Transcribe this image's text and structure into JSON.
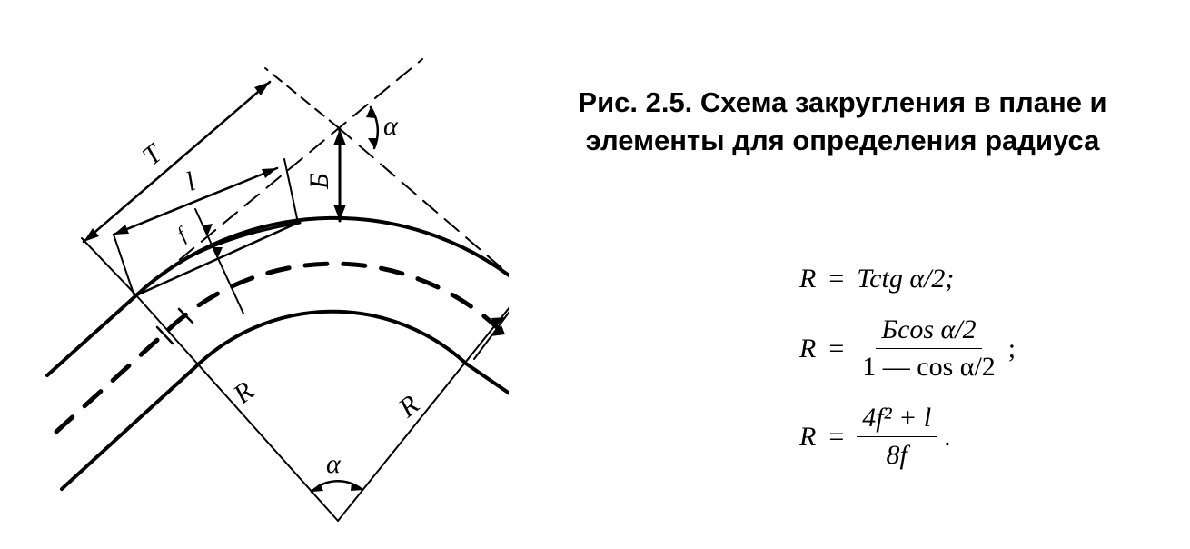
{
  "caption": {
    "line1": "Рис. 2.5. Схема закругления в плане и",
    "line2": "элементы для определения радиуса"
  },
  "diagram": {
    "label_T": "T",
    "label_l": "l",
    "label_f": "f",
    "label_B": "Б",
    "label_alpha_top": "α",
    "label_alpha_center": "α",
    "label_R_left": "R",
    "label_R_right": "R"
  },
  "formulas": {
    "f1": {
      "lhs": "R",
      "eq": "=",
      "rhs": "Tctg α/2;"
    },
    "f2": {
      "lhs": "R",
      "eq": "=",
      "num": "Бcos α/2",
      "den": "1 — cos α/2",
      "tail": ";"
    },
    "f3": {
      "lhs": "R",
      "eq": "=",
      "num": "4f² + l",
      "den": "8f",
      "tail": "."
    }
  }
}
